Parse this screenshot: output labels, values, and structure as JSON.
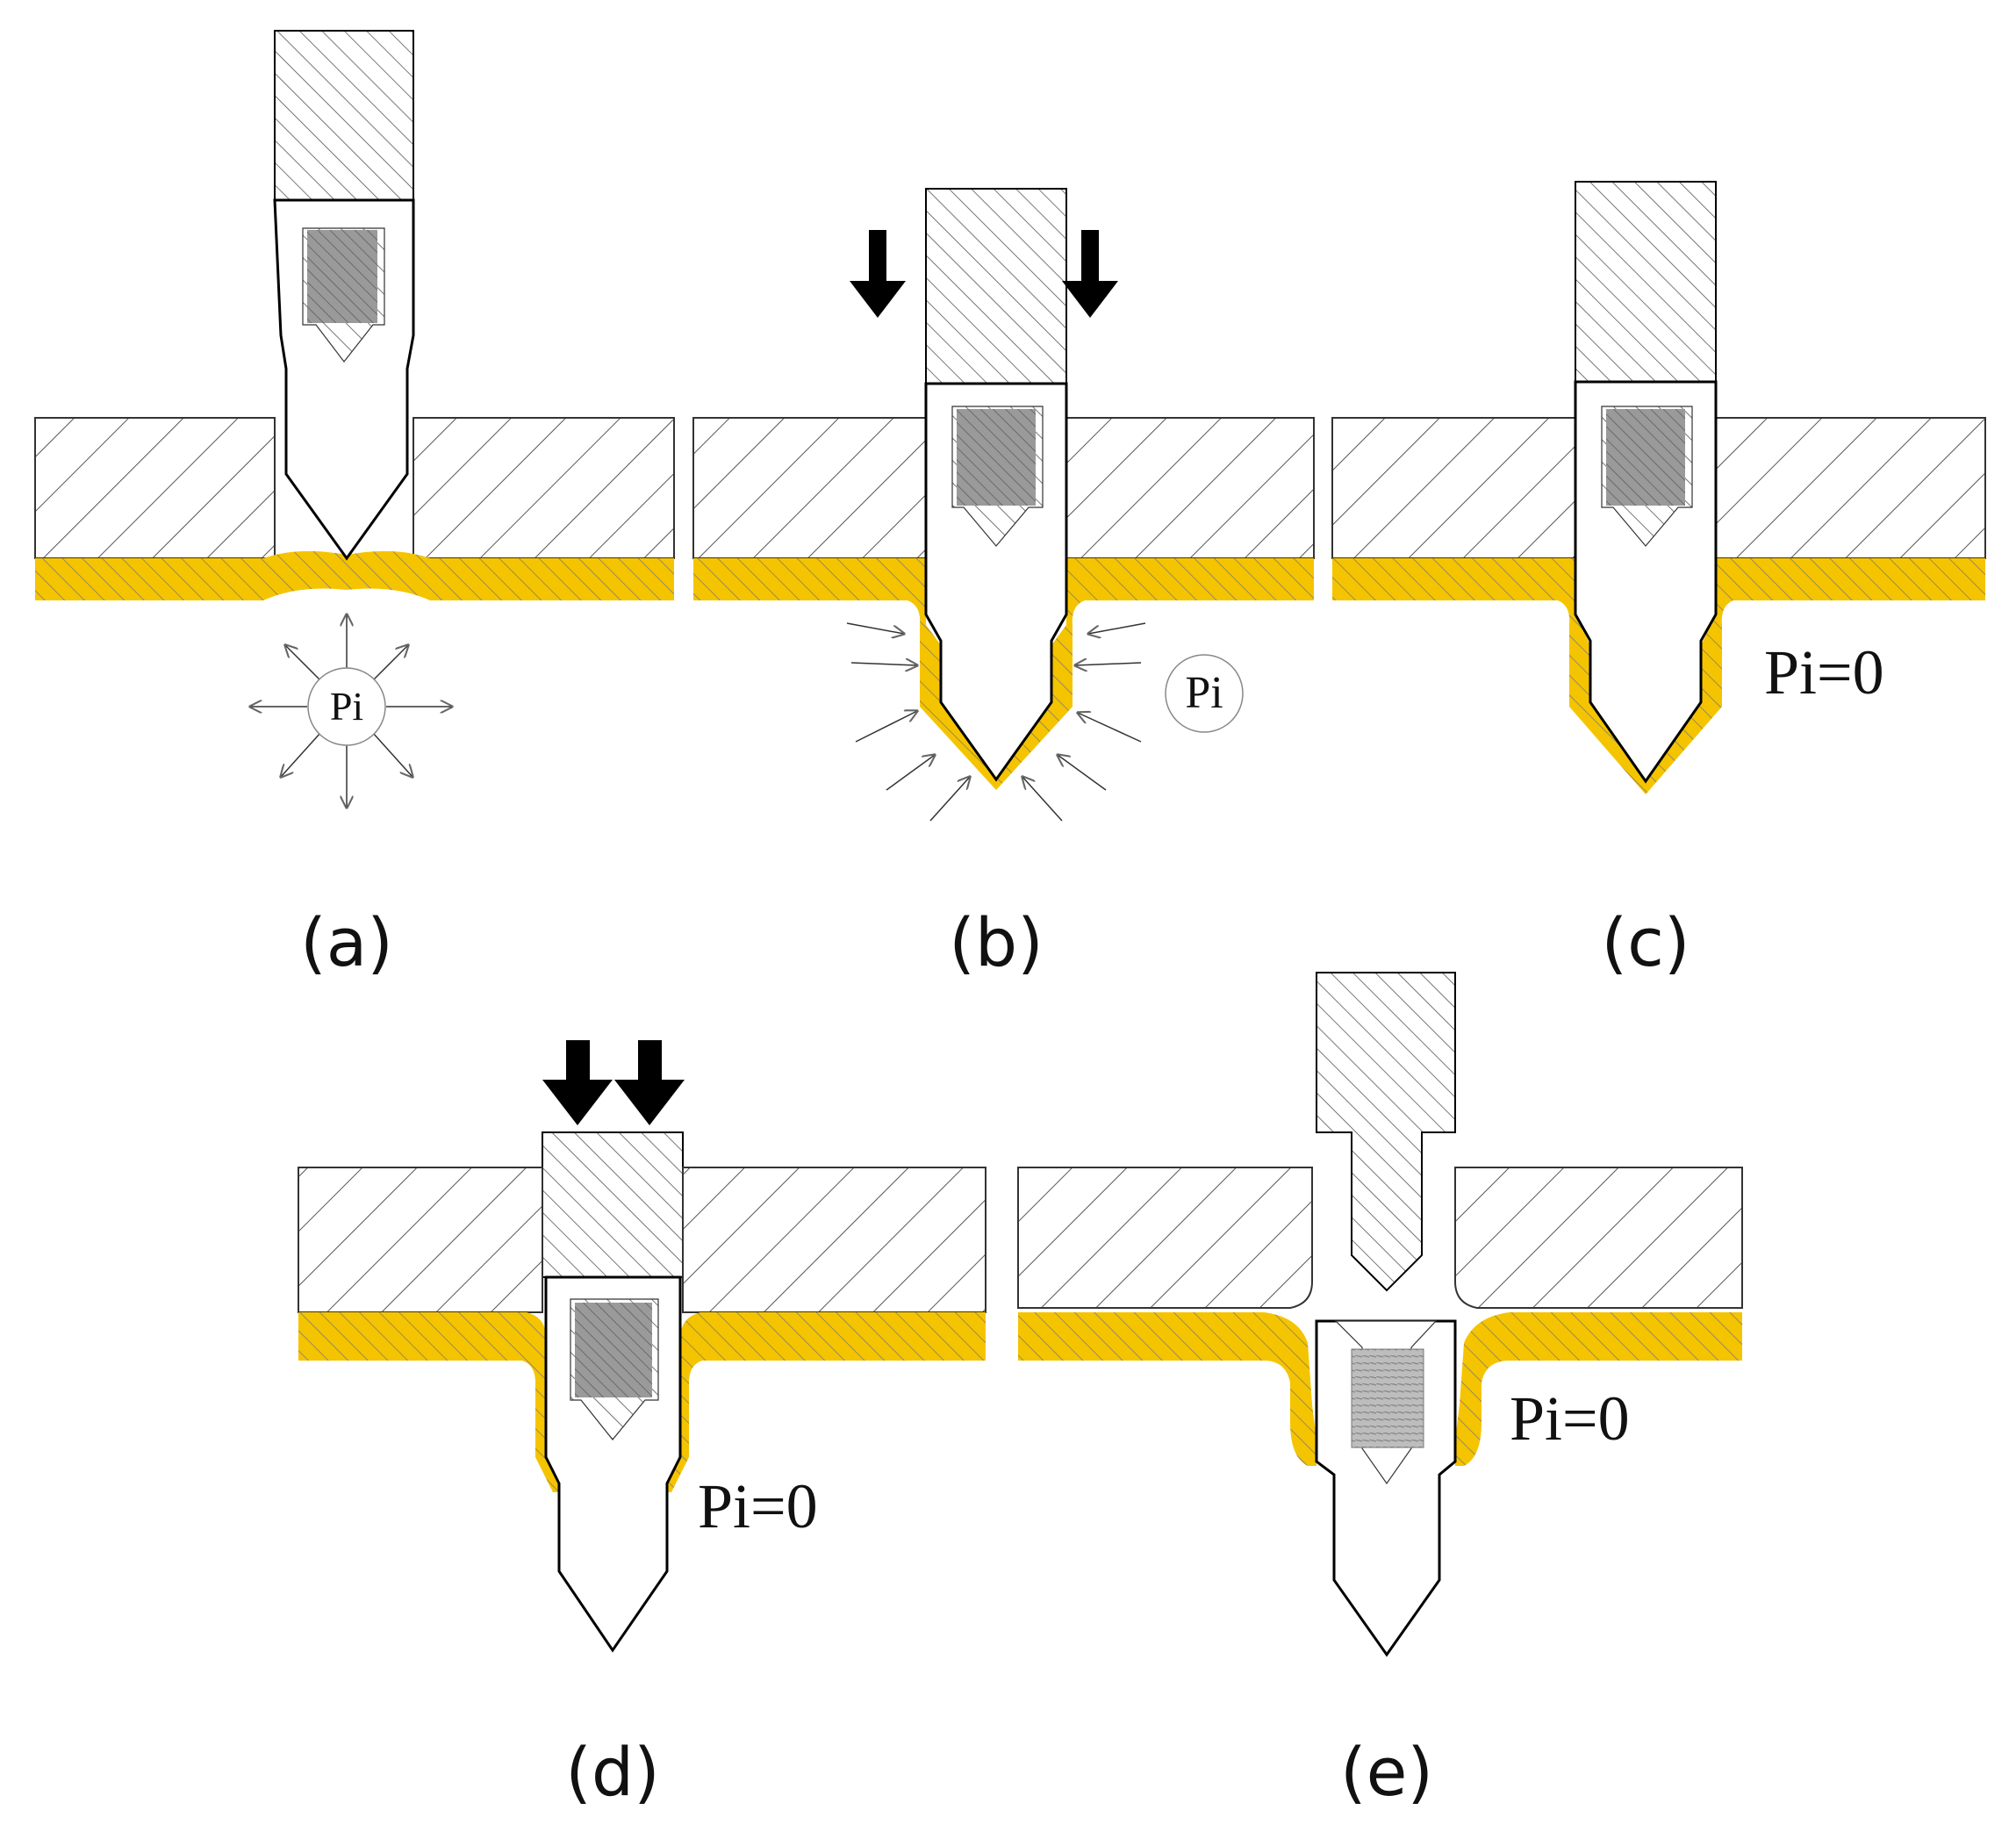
{
  "panels": [
    {
      "id": "a",
      "label": "(a)",
      "pressure_text": "Pi"
    },
    {
      "id": "b",
      "label": "(b)",
      "pressure_text": "Pi"
    },
    {
      "id": "c",
      "label": "(c)",
      "pressure_text": "Pi=0"
    },
    {
      "id": "d",
      "label": "(d)",
      "pressure_text": "Pi=0"
    },
    {
      "id": "e",
      "label": "(e)",
      "pressure_text": "Pi=0"
    }
  ],
  "colors": {
    "sheet": "#f5c400",
    "die_hatch": "#444444",
    "outline": "#000000",
    "arrow": "#000000"
  }
}
